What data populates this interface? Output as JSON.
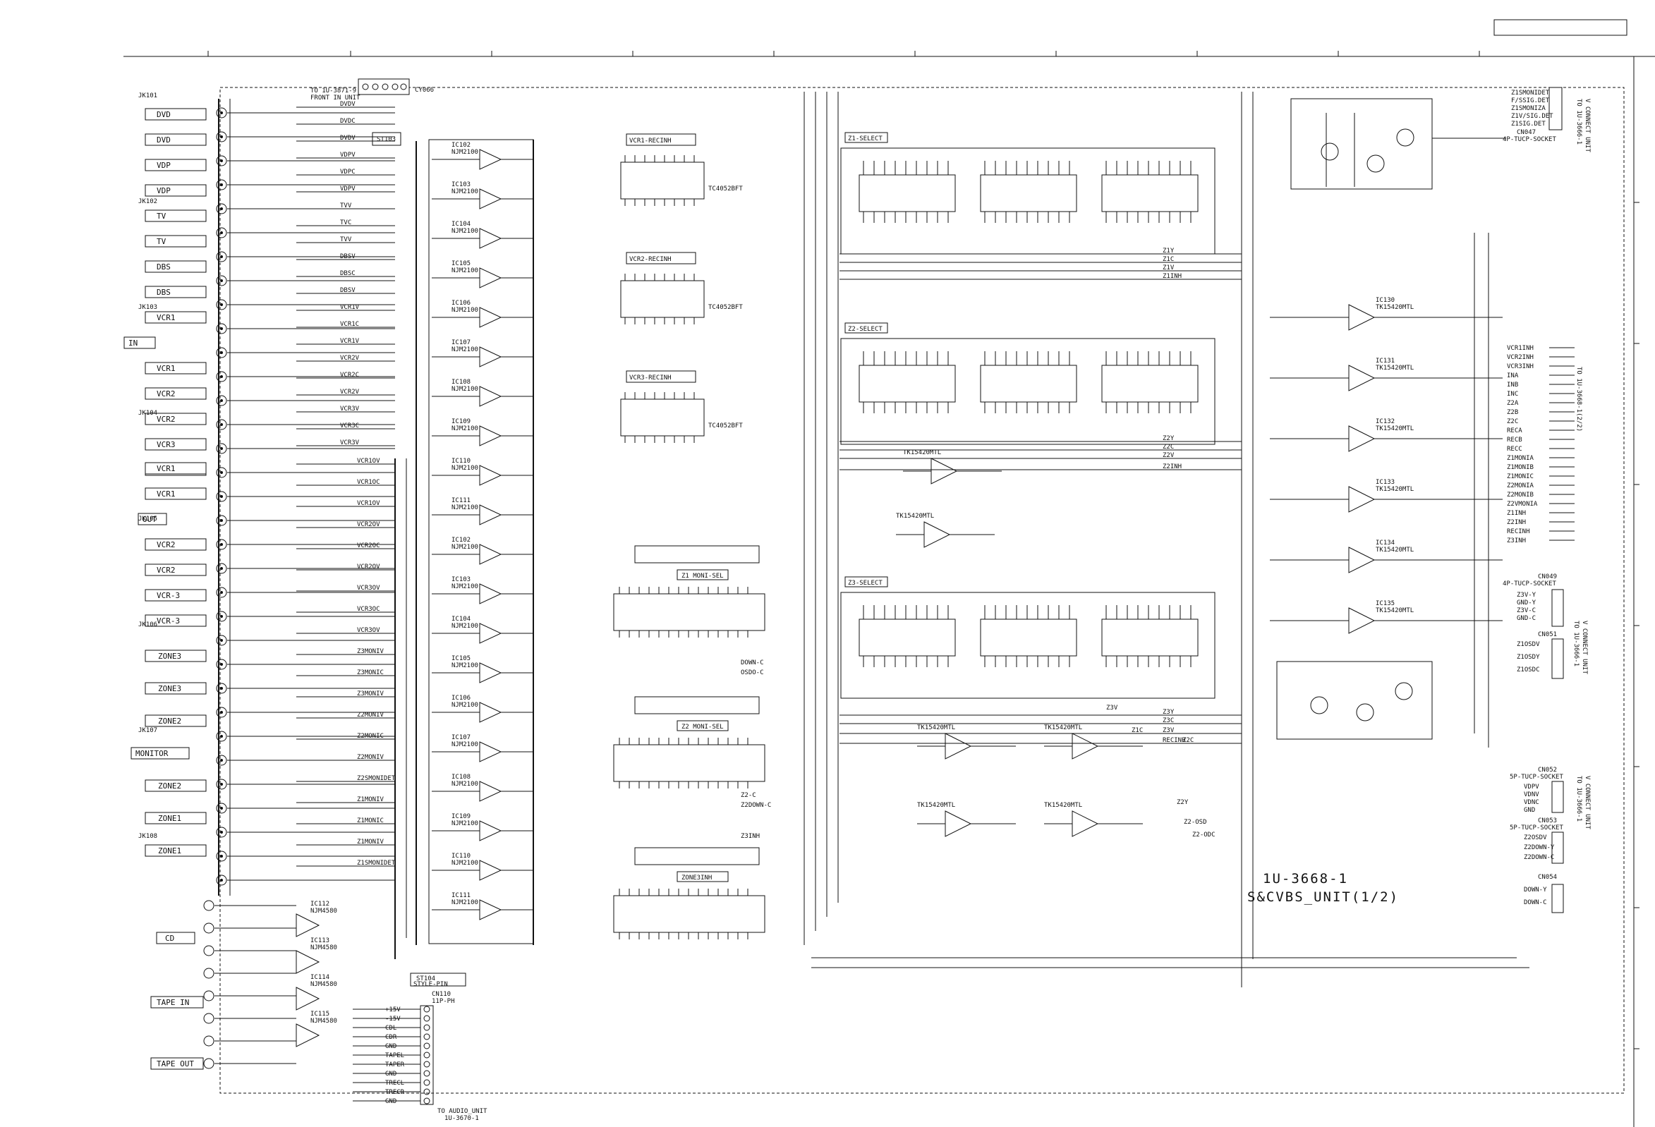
{
  "title": {
    "model": "1U-3668-1",
    "unit": "S&CVBS_UNIT(1/2)"
  },
  "connectors_top": {
    "front": [
      "TO 1U-3871-9",
      "FRONT IN UNIT"
    ],
    "cn": "CY066",
    "st": "ST103"
  },
  "input_labels": [
    "DVD",
    "DVD",
    "VDP",
    "VDP",
    "TV",
    "TV",
    "DBS",
    "DBS",
    "VCR1",
    "IN",
    "VCR1",
    "VCR2",
    "VCR2",
    "VCR3",
    "VCR3"
  ],
  "output_labels": [
    "VCR1",
    "VCR1",
    "OUT",
    "VCR2",
    "VCR2",
    "VCR-3",
    "VCR-3"
  ],
  "monitor_labels": [
    "ZONE3",
    "ZONE3",
    "ZONE2",
    "MONITOR",
    "ZONE2",
    "ZONE1",
    "ZONE1"
  ],
  "audio_labels": [
    "CD",
    "TAPE IN",
    "TAPE OUT"
  ],
  "jacks": [
    "JK101",
    "JK102",
    "JK103",
    "JK104",
    "JK105",
    "JK106",
    "JK107",
    "JK108"
  ],
  "signal_nets_left": [
    "DVDV",
    "DVDC",
    "DVDV",
    "VDPV",
    "VDPC",
    "VDPV",
    "TVV",
    "TVC",
    "TVV",
    "DBSV",
    "DBSC",
    "DBSV",
    "VCR1V",
    "VCR1C",
    "VCR1V",
    "VCR2V",
    "VCR2C",
    "VCR2V",
    "VCR3V",
    "VCR3C",
    "VCR3V"
  ],
  "signal_nets_out": [
    "VCR1OV",
    "VCR1OC",
    "VCR1OV",
    "VCR2OV",
    "VCR2OC",
    "VCR2OV",
    "VCR3OV",
    "VCR3OC",
    "VCR3OV",
    "Z3MONIV",
    "Z3MONIC",
    "Z3MONIV",
    "Z2MONIV",
    "Z2MONIC",
    "Z2MONIV",
    "Z2SMONIDET",
    "Z1MONIV",
    "Z1MONIC",
    "Z1MONIV",
    "Z1SMONIDET"
  ],
  "ic_buffers": [
    "IC102",
    "IC103",
    "IC104",
    "IC105",
    "IC106",
    "IC107",
    "IC108",
    "IC109",
    "IC110",
    "IC111"
  ],
  "buffer_part": "NJM2100",
  "selectors": [
    "Z1-SELECT",
    "Z2-SELECT",
    "Z3-SELECT"
  ],
  "rec_sel": [
    "VCR1-RECINH",
    "VCR2-RECINH",
    "VCR3-RECINH"
  ],
  "moni_sel": [
    "Z1 MONI-SEL",
    "Z2 MONI-SEL",
    "ZONE3INH"
  ],
  "mux_part": "TC4052BFT",
  "bus_nets": [
    "Z1Y",
    "Z1C",
    "Z1V",
    "Z1INH",
    "Z2Y",
    "Z2C",
    "Z2V",
    "Z2INH",
    "Z3Y",
    "Z3C",
    "Z3V",
    "RECINH"
  ],
  "amps": [
    "IC130",
    "IC131",
    "IC132",
    "IC133",
    "IC134",
    "IC135"
  ],
  "amp_part": "TK15420MTL",
  "amp_part_ic": "TK15420MTL",
  "right_connector_top": {
    "nets": [
      "Z1SMONIDET",
      "F/SSIG.DET",
      "Z1SMONIZA",
      "Z1V/SIG.DET",
      "Z1SIG.DET"
    ],
    "cn": "CN047",
    "desc": "4P-TUCP-SOCKET",
    "to": [
      "TO 1U-3666-1",
      "V CONNECT UNIT"
    ]
  },
  "right_connector_mid": {
    "nets": [
      "VCR1INH",
      "VCR2INH",
      "VCR3INH",
      "INA",
      "INB",
      "INC",
      "Z2A",
      "Z2B",
      "Z2C",
      "RECA",
      "RECB",
      "RECC",
      "Z1MONIA",
      "Z1MONIB",
      "Z1MONIC",
      "Z2MONIA",
      "Z2MONIB",
      "Z2VMONIA",
      "Z1INH",
      "Z2INH",
      "RECINH",
      "Z3INH"
    ],
    "to": [
      "TO 1U-3668-1(2/2)"
    ]
  },
  "right_connector_low": {
    "cn1": "CN049",
    "cn1_desc": "4P-TUCP-SOCKET",
    "cn1_nets": [
      "Z3V-Y",
      "GND-Y",
      "Z3V-C",
      "GND-C"
    ],
    "cn2": "CN051",
    "cn2_nets": [
      "Z1OSDV",
      "Z1OSDY",
      "Z1OSDC"
    ],
    "to": [
      "TO 1U-3666-1",
      "V CONNECT UNIT"
    ]
  },
  "right_connector_bottom": {
    "cn1": "CN052",
    "cn1_desc": "5P-TUCP-SOCKET",
    "cn1_nets": [
      "VDPV",
      "VDNV",
      "VDNC",
      "GND"
    ],
    "cn2": "CN053",
    "cn2_desc": "5P-TUCP-SOCKET",
    "cn2_nets": [
      "Z2OSDV",
      "Z2DOWN-Y",
      "Z2DOWN-C"
    ],
    "cn3": "CN054",
    "cn3_nets": [
      "DOWN-Y",
      "DOWN-C"
    ],
    "to": [
      "TO 1U-3666-1",
      "V CONNECT UNIT"
    ]
  },
  "audio_connector": {
    "cn": "CN110",
    "desc": "11P-PH",
    "nets": [
      "+15V",
      "-15V",
      "CDL",
      "CDR",
      "GND",
      "TAPEL",
      "TAPER",
      "GND",
      "TRECL",
      "TRECR",
      "GND"
    ],
    "to": [
      "TO AUDIO_UNIT",
      "1U-3670-1"
    ],
    "st": "ST104",
    "st_desc": "STYLE-PIN"
  },
  "audio_ics": [
    "IC112",
    "IC113",
    "IC114",
    "IC115"
  ],
  "audio_part": "NJM4580",
  "misc_nets": [
    "DOWN-C",
    "OSDO-C",
    "Z2-C",
    "Z2DOWN-C",
    "Z3INH",
    "Z2Y",
    "Z2C",
    "Z3V",
    "Z1C",
    "Z2-OSD",
    "Z2-ODC"
  ]
}
